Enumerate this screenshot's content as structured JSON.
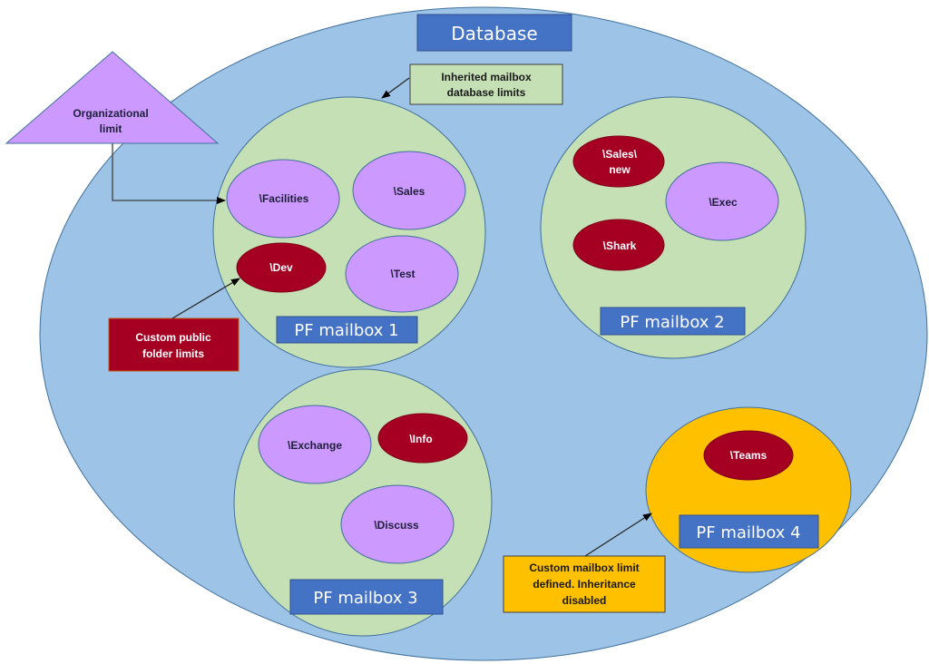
{
  "colors": {
    "database_fill": "#9dc3e6",
    "mailbox_fill": "#c5e0b4",
    "mailbox_custom_fill": "#ffc000",
    "folder_inherited_fill": "#cc99ff",
    "folder_custom_fill": "#a50021",
    "label_box_fill": "#4472c4",
    "stroke": "#41719c"
  },
  "database": {
    "title": "Database"
  },
  "organizational_limit": {
    "lines": [
      "Organizational",
      "limit"
    ]
  },
  "notes": {
    "inherited": {
      "lines": [
        "Inherited mailbox",
        "database limits"
      ]
    },
    "custom_folder": {
      "lines": [
        "Custom public",
        "folder limits"
      ]
    },
    "custom_mailbox": {
      "lines": [
        "Custom mailbox limit",
        "defined. Inheritance",
        "disabled"
      ]
    }
  },
  "mailboxes": [
    {
      "label": "PF mailbox 1",
      "custom_limit": false,
      "folders": [
        {
          "name": "\\Facilities",
          "custom_limit": false
        },
        {
          "name": "\\Sales",
          "custom_limit": false
        },
        {
          "name": "\\Dev",
          "custom_limit": true
        },
        {
          "name": "\\Test",
          "custom_limit": false
        }
      ]
    },
    {
      "label": "PF mailbox 2",
      "custom_limit": false,
      "folders": [
        {
          "name": "\\Sales\\ new",
          "lines": [
            "\\Sales\\",
            "new"
          ],
          "custom_limit": true
        },
        {
          "name": "\\Exec",
          "custom_limit": false
        },
        {
          "name": "\\Shark",
          "custom_limit": true
        }
      ]
    },
    {
      "label": "PF mailbox 3",
      "custom_limit": false,
      "folders": [
        {
          "name": "\\Exchange",
          "custom_limit": false
        },
        {
          "name": "\\Info",
          "custom_limit": true
        },
        {
          "name": "\\Discuss",
          "custom_limit": false
        }
      ]
    },
    {
      "label": "PF mailbox 4",
      "custom_limit": true,
      "folders": [
        {
          "name": "\\Teams",
          "custom_limit": true
        }
      ]
    }
  ]
}
